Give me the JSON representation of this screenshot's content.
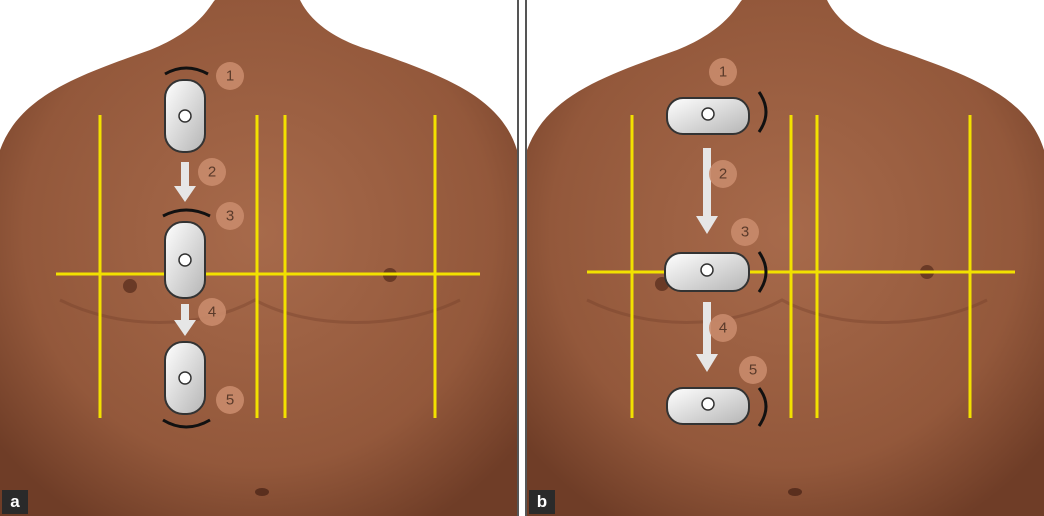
{
  "panels": [
    {
      "label": "a",
      "steps": [
        "1",
        "2",
        "3",
        "4",
        "5"
      ]
    },
    {
      "label": "b",
      "steps": [
        "1",
        "2",
        "3",
        "4",
        "5"
      ]
    }
  ],
  "colors": {
    "skin": "#9a5d3f",
    "skin_dark": "#7a4530",
    "guide_lines": "#f2e100",
    "step_circle": "#c98b6c",
    "arrow_gray": "#e6e6e6",
    "probe": "#dcdcdc"
  }
}
